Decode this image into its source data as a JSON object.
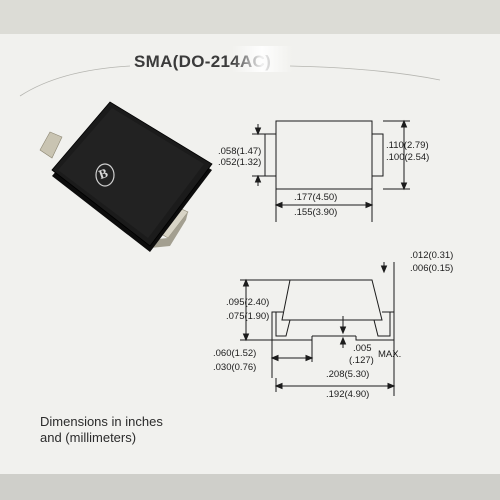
{
  "title": "SMA(DO-214AC)",
  "package_logo": "B",
  "top_view": {
    "height_max": ".058(1.47)",
    "height_min": ".052(1.32)",
    "lead_max": ".110(2.79)",
    "lead_min": ".100(2.54)",
    "body_length_max": ".177(4.50)",
    "body_length_min": ".155(3.90)"
  },
  "side_view": {
    "lead_thickness_max": ".012(0.31)",
    "lead_thickness_min": ".006(0.15)",
    "height_max": ".095(2.40)",
    "height_min": ".075(1.90)",
    "lead_length_max": ".060(1.52)",
    "lead_length_min": ".030(0.76)",
    "standoff": ".005",
    "standoff_mm": "(.127)",
    "standoff_suffix": "MAX.",
    "overall_length_max": ".208(5.30)",
    "overall_length_min": ".192(4.90)"
  },
  "note_line1": "Dimensions in inches",
  "note_line2": "and (millimeters)"
}
